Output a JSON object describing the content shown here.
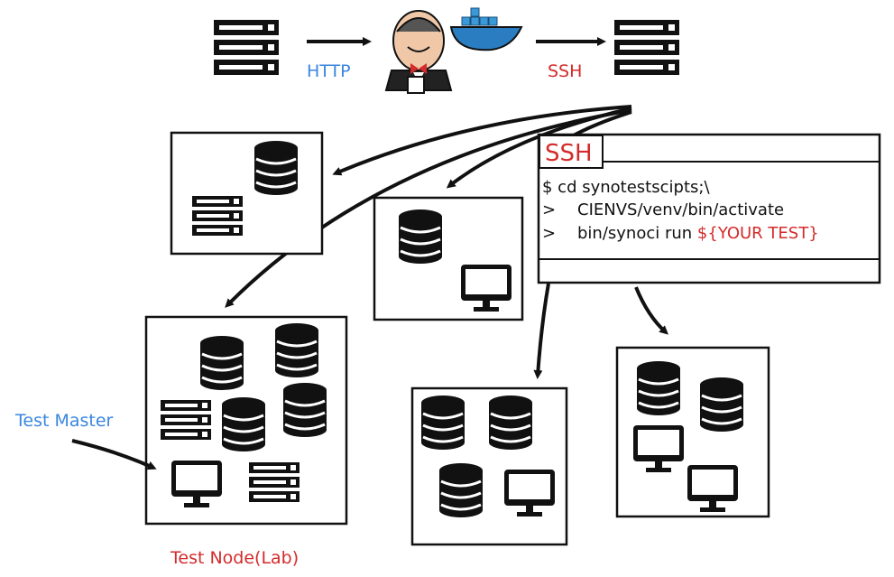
{
  "colors": {
    "blue": "#3a86e0",
    "red": "#d42b2b",
    "ink": "#111111"
  },
  "labels": {
    "http": "HTTP",
    "ssh_top": "SSH",
    "test_master": "Test Master",
    "test_node": "Test Node(Lab)"
  },
  "terminal": {
    "title": "SSH",
    "line1": "$ cd synotestscipts;\\",
    "line2_prompt": ">",
    "line2_cmd": "CIENVS/venv/bin/activate",
    "line3_prompt": ">",
    "line3_cmd": "bin/synoci run ",
    "line3_var": "${YOUR TEST}"
  },
  "icons": {
    "server": "server-rack-icon",
    "database": "database-icon",
    "monitor": "monitor-icon",
    "jenkins": "jenkins-butler-icon",
    "docker": "docker-whale-icon"
  }
}
